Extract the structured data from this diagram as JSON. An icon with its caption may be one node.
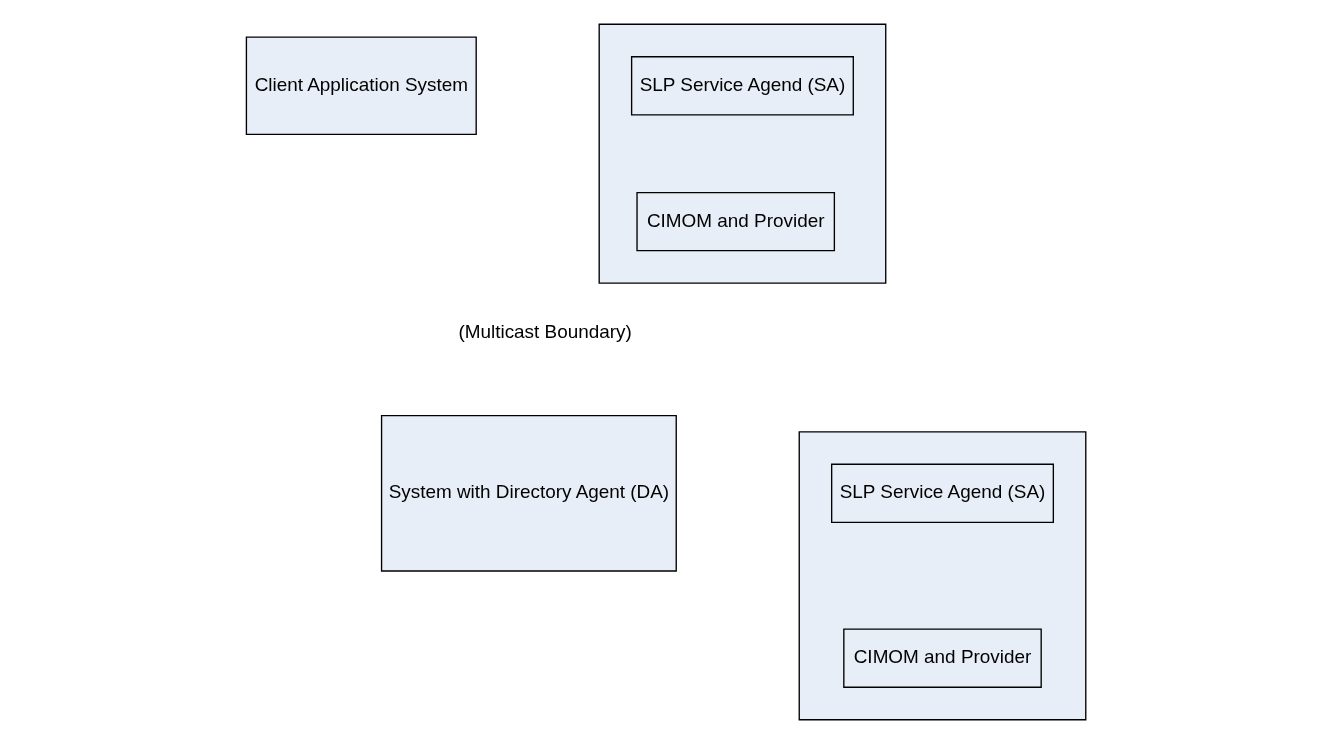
{
  "diagram": {
    "nodes": [
      {
        "text": [
          "Client Application System"
        ]
      },
      {
        "text": [],
        "shape": "box"
      },
      {
        "text": [
          "SLP Service Agend (SA)"
        ],
        "in": 1
      },
      {
        "text": [
          "CIMOM and Provider"
        ],
        "in": 1
      },
      {
        "text": [
          "System with Directory Agent (DA)"
        ]
      },
      {
        "text": [],
        "shape": "box"
      },
      {
        "text": [
          "SLP Service Agend (SA)"
        ],
        "in": 5
      },
      {
        "text": [
          "CIMOM and Provider"
        ],
        "in": 5
      }
    ],
    "labels": [
      "(Multicast Boundary)"
    ]
  }
}
